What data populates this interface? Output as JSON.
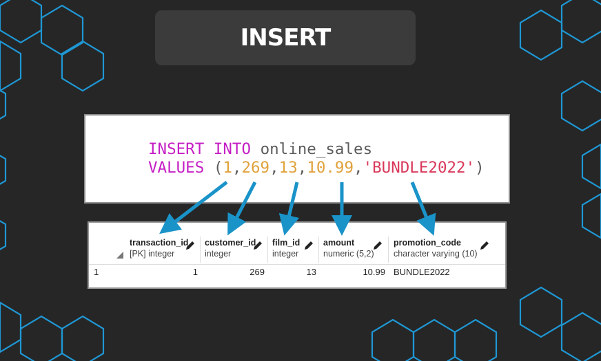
{
  "title": "INSERT",
  "code": {
    "line1": {
      "keyword1": "INSERT",
      "keyword2": "INTO",
      "table": "online_sales"
    },
    "line2": {
      "keyword": "VALUES",
      "open_paren": "(",
      "v1": "1",
      "v2": "269",
      "v3": "13",
      "v4": "10.99",
      "v5": "'BUNDLE2022'",
      "comma": ",",
      "close_paren": ")"
    }
  },
  "result_grid": {
    "columns": [
      {
        "name": "transaction_id",
        "type": "[PK] integer",
        "editable_icon": "pencil-icon"
      },
      {
        "name": "customer_id",
        "type": "integer",
        "editable_icon": "pencil-icon"
      },
      {
        "name": "film_id",
        "type": "integer",
        "editable_icon": "pencil-icon"
      },
      {
        "name": "amount",
        "type": "numeric (5,2)",
        "editable_icon": "pencil-icon"
      },
      {
        "name": "promotion_code",
        "type": "character varying (10)",
        "editable_icon": "pencil-icon"
      }
    ],
    "rows": [
      {
        "row_number": "1",
        "cells": [
          "1",
          "269",
          "13",
          "10.99",
          "BUNDLE2022"
        ]
      }
    ]
  },
  "colors": {
    "background": "#262626",
    "hexagon_stroke": "#1f97d4",
    "arrow": "#1a93c9",
    "keyword": "#c51fc5",
    "number": "#e0a23c",
    "string": "#d9385a"
  }
}
